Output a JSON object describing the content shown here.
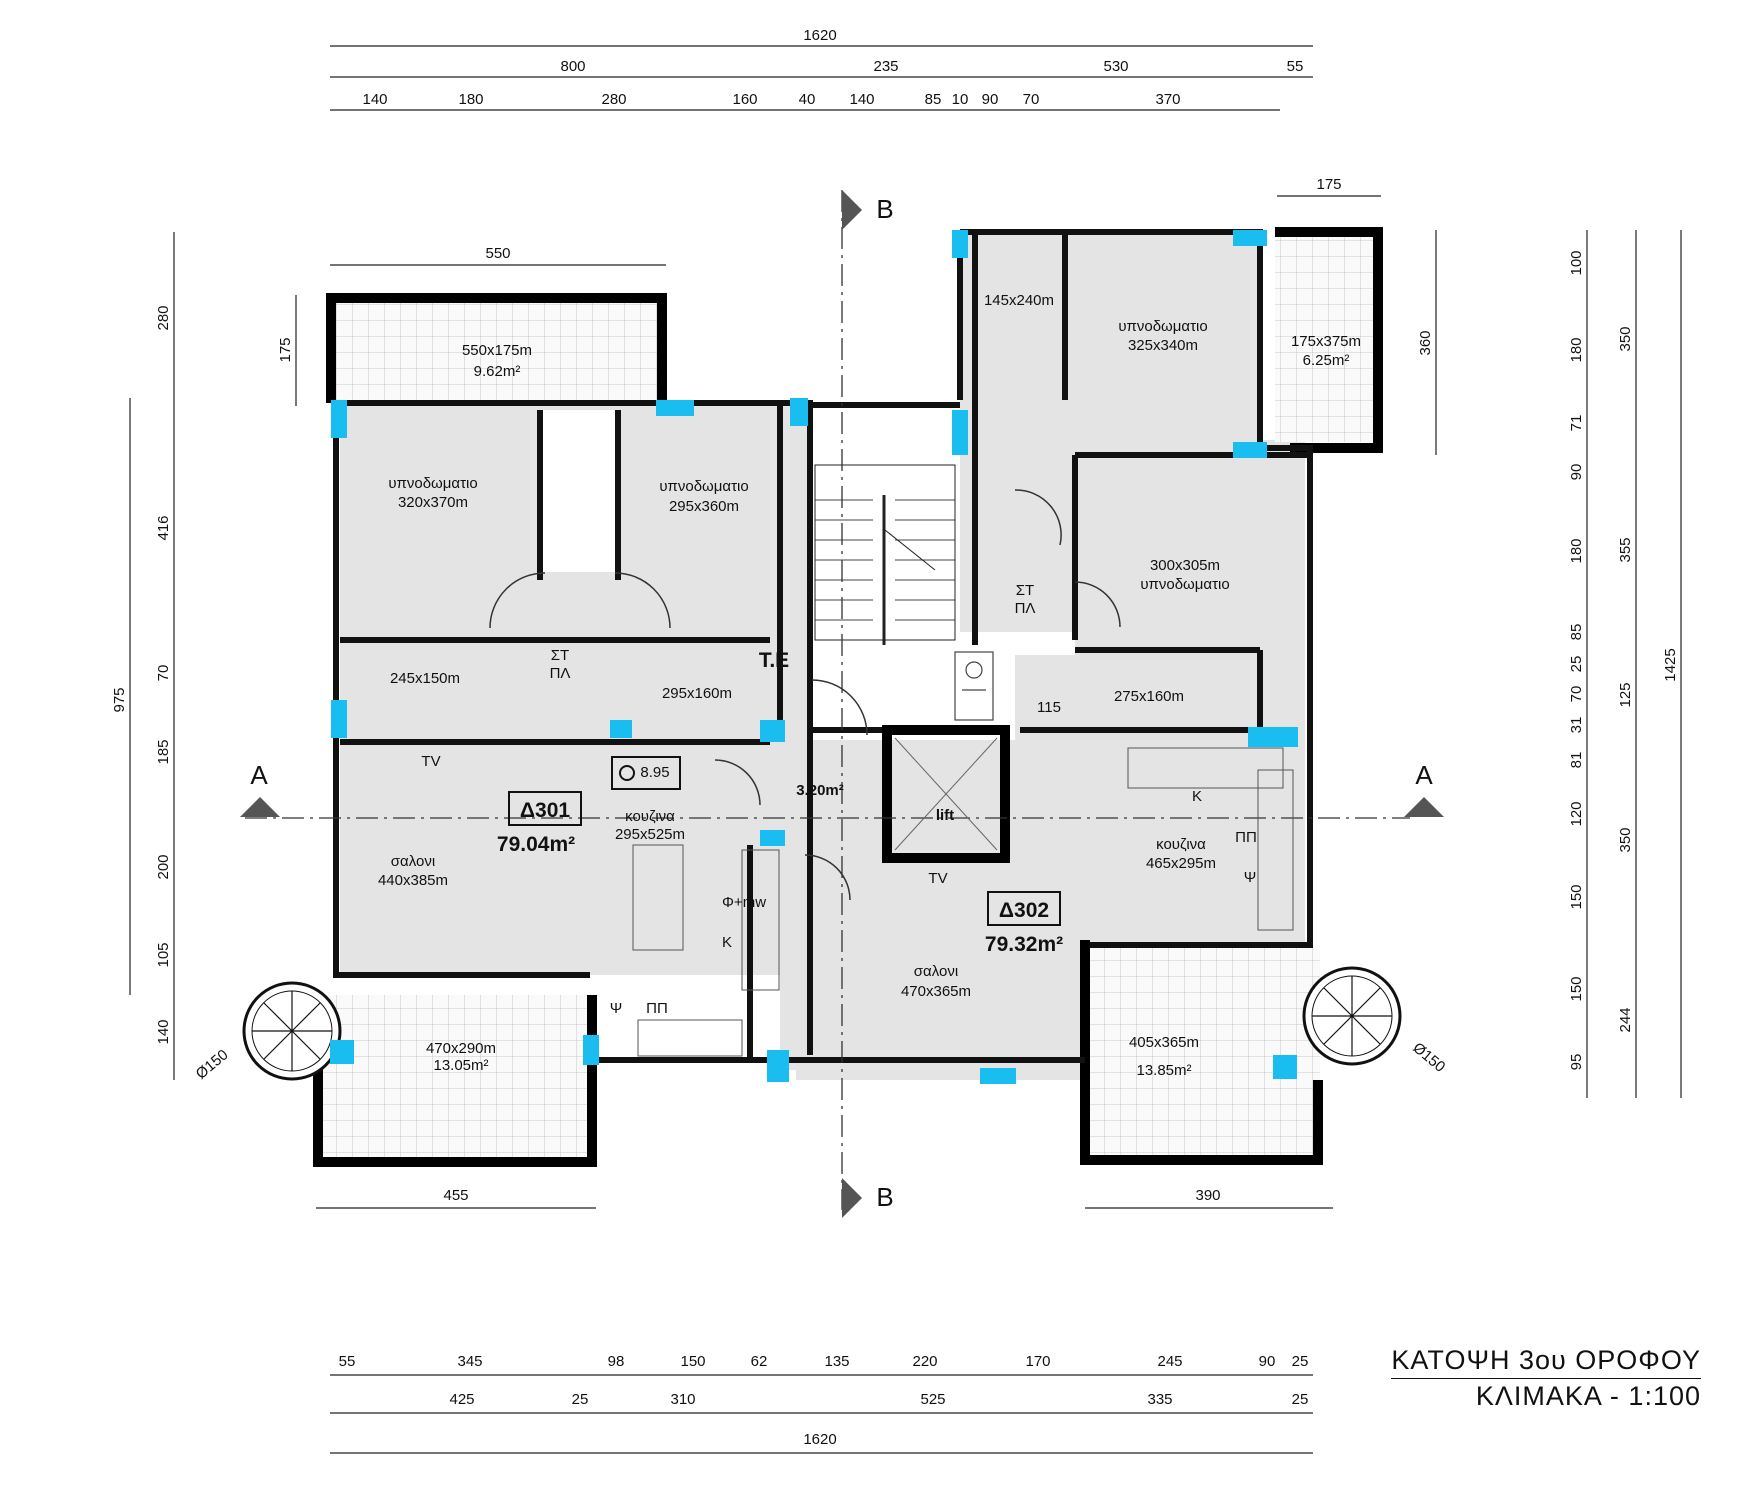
{
  "title": {
    "main": "ΚΑΤΟΨΗ 3ου ΟΡΟΦΟΥ",
    "scale": "ΚΛΙΜΑΚΑ - 1:100"
  },
  "sections": {
    "a_left": "A",
    "a_right": "A",
    "b_top": "B",
    "b_bottom": "B"
  },
  "dimensions": {
    "top_total": "1620",
    "top_row2": [
      "800",
      "235",
      "530",
      "55"
    ],
    "top_row3": [
      "140",
      "180",
      "280",
      "160",
      "40",
      "140",
      "85",
      "10",
      "90",
      "70",
      "370"
    ],
    "top_balcony_left": "550",
    "top_balcony_right": "175",
    "bottom_row1": [
      "55",
      "345",
      "98",
      "150",
      "62",
      "135",
      "220",
      "170",
      "245",
      "90",
      "25"
    ],
    "bottom_row2": [
      "425",
      "25",
      "310",
      "525",
      "335",
      "25"
    ],
    "bottom_total": "1620",
    "bottom_balcony_left": "455",
    "bottom_balcony_right": "390",
    "left_outer": [
      "280",
      "416",
      "70",
      "185",
      "200",
      "105",
      "140"
    ],
    "left_inner": [
      "975"
    ],
    "left_balcony": "175",
    "right_col1": [
      "100",
      "180",
      "71",
      "90",
      "180",
      "85",
      "25",
      "70",
      "31",
      "81",
      "120",
      "150",
      "150",
      "95"
    ],
    "right_col2": [
      "350",
      "355",
      "125",
      "350",
      "244"
    ],
    "right_col3": "1425",
    "right_balcony": "360",
    "diam_left": "Ø150",
    "diam_right": "Ø150"
  },
  "apartments": {
    "d301": {
      "code": "Δ301",
      "area": "79.04m²"
    },
    "d302": {
      "code": "Δ302",
      "area": "79.32m²"
    }
  },
  "rooms": {
    "balcony_nw": {
      "dims": "550x175m",
      "area": "9.62m²"
    },
    "bed_1": {
      "name": "υπνοδωματιο",
      "dims": "320x370m"
    },
    "bed_2": {
      "name": "υπνοδωματιο",
      "dims": "295x360m"
    },
    "bath_1": {
      "dims": "245x150m"
    },
    "bath_2": {
      "dims": "295x160m"
    },
    "te": "T.E",
    "stpl_1": "ΣΤ\nΠΛ",
    "living_1": {
      "name": "σαλονι",
      "dims": "440x385m"
    },
    "kitchen_1": {
      "name": "κουζινα",
      "dims": "295x525m"
    },
    "tv_1": "TV",
    "level": "8.95",
    "fmw": "Φ+mw",
    "k1": "Κ",
    "psi1": "Ψ",
    "pp1": "ΠΠ",
    "balcony_sw": {
      "dims": "470x290m",
      "area": "13.05m²"
    },
    "landing": "3.20m²",
    "lift": "lift",
    "bath_3": {
      "dims": "145x240m"
    },
    "bed_3": {
      "name": "υπνοδωματιο",
      "dims": "325x340m"
    },
    "balcony_ne": {
      "dims": "175x375m",
      "area": "6.25m²"
    },
    "bed_4": {
      "dims": "300x305m",
      "name": "υπνοδωματιο"
    },
    "stpl_2": "ΣΤ\nΠΛ",
    "bath_4": {
      "dims": "275x160m"
    },
    "corridor": "115",
    "kitchen_2": {
      "name": "κουζινα",
      "dims": "465x295m"
    },
    "k2": "Κ",
    "pp2": "ΠΠ",
    "psi2": "Ψ",
    "tv_2": "TV",
    "living_2": {
      "name": "σαλονι",
      "dims": "470x365m"
    },
    "balcony_se": {
      "dims": "405x365m",
      "area": "13.85m²"
    }
  },
  "colors": {
    "column": "#19bdf0",
    "room_fill": "#e4e4e4",
    "wall": "#111111"
  }
}
